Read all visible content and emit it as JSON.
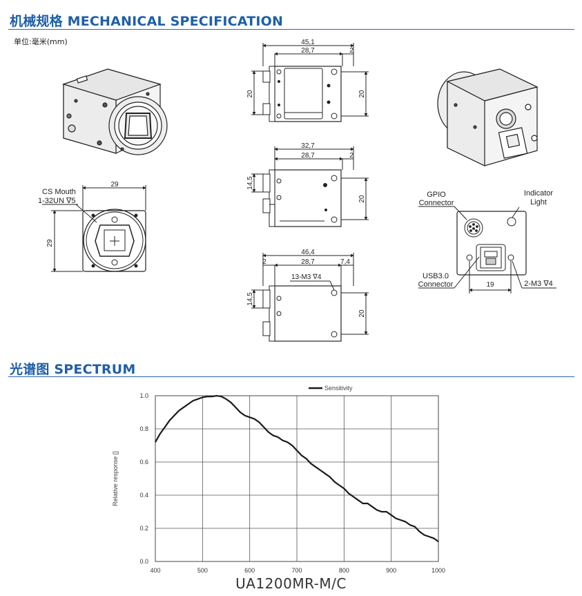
{
  "mech": {
    "title": "机械规格 MECHANICAL SPECIFICATION",
    "unit": "单位:毫米(mm)",
    "cs_mouth": "CS Mouth",
    "thread": "1-32UN ∇5",
    "front_width": "29",
    "front_height": "29",
    "top_view": {
      "total": "45,1",
      "body": "28,7",
      "flange": "2",
      "left_h": "20",
      "right_h": "20"
    },
    "side_view": {
      "total": "32,7",
      "body": "28,7",
      "flange": "2",
      "left_h": "14,5",
      "right_h": "20"
    },
    "bottom_view": {
      "total": "46,4",
      "body": "28,7",
      "flange": "2",
      "connector": "7,4",
      "screw": "13-M3 ∇4",
      "left_h": "14,5",
      "right_h": "20"
    },
    "gpio_label_1": "GPIO",
    "gpio_label_2": "Connector",
    "indicator_label_1": "Indicator",
    "indicator_label_2": "Light",
    "usb_label_1": "USB3.0",
    "usb_label_2": "Connector",
    "rear_width": "19",
    "rear_screw": "2-M3 ∇4"
  },
  "spectrum": {
    "title": "光谱图    SPECTRUM",
    "caption": "UA1200MR-M/C"
  },
  "chart_data": {
    "type": "line",
    "title": "",
    "xlabel": "",
    "ylabel": "Relative response []",
    "xlim": [
      400,
      1000
    ],
    "ylim": [
      0,
      1.0
    ],
    "x_ticks": [
      "400",
      "500",
      "600",
      "700",
      "800",
      "900",
      "1000"
    ],
    "y_ticks": [
      "0.0",
      "0.2",
      "0.4",
      "0.6",
      "0.8",
      "1.0"
    ],
    "grid": true,
    "legend_position": "top-center",
    "series": [
      {
        "name": "Sensitivity",
        "color": "#1a1a1a",
        "x": [
          400,
          410,
          420,
          430,
          440,
          450,
          460,
          470,
          480,
          490,
          500,
          510,
          520,
          530,
          540,
          550,
          560,
          570,
          580,
          590,
          600,
          610,
          620,
          630,
          640,
          650,
          660,
          670,
          680,
          690,
          700,
          710,
          720,
          730,
          740,
          750,
          760,
          770,
          780,
          790,
          800,
          810,
          820,
          830,
          840,
          850,
          860,
          870,
          880,
          890,
          900,
          910,
          920,
          930,
          940,
          950,
          960,
          970,
          980,
          990,
          1000
        ],
        "y": [
          0.72,
          0.77,
          0.81,
          0.85,
          0.88,
          0.91,
          0.93,
          0.95,
          0.97,
          0.98,
          0.99,
          0.995,
          0.995,
          1.0,
          0.995,
          0.98,
          0.96,
          0.93,
          0.9,
          0.88,
          0.87,
          0.86,
          0.84,
          0.81,
          0.78,
          0.76,
          0.75,
          0.73,
          0.72,
          0.7,
          0.67,
          0.64,
          0.62,
          0.59,
          0.57,
          0.55,
          0.53,
          0.51,
          0.48,
          0.46,
          0.44,
          0.41,
          0.39,
          0.37,
          0.35,
          0.35,
          0.33,
          0.31,
          0.3,
          0.3,
          0.28,
          0.26,
          0.25,
          0.24,
          0.22,
          0.21,
          0.18,
          0.16,
          0.15,
          0.14,
          0.12
        ]
      }
    ]
  }
}
